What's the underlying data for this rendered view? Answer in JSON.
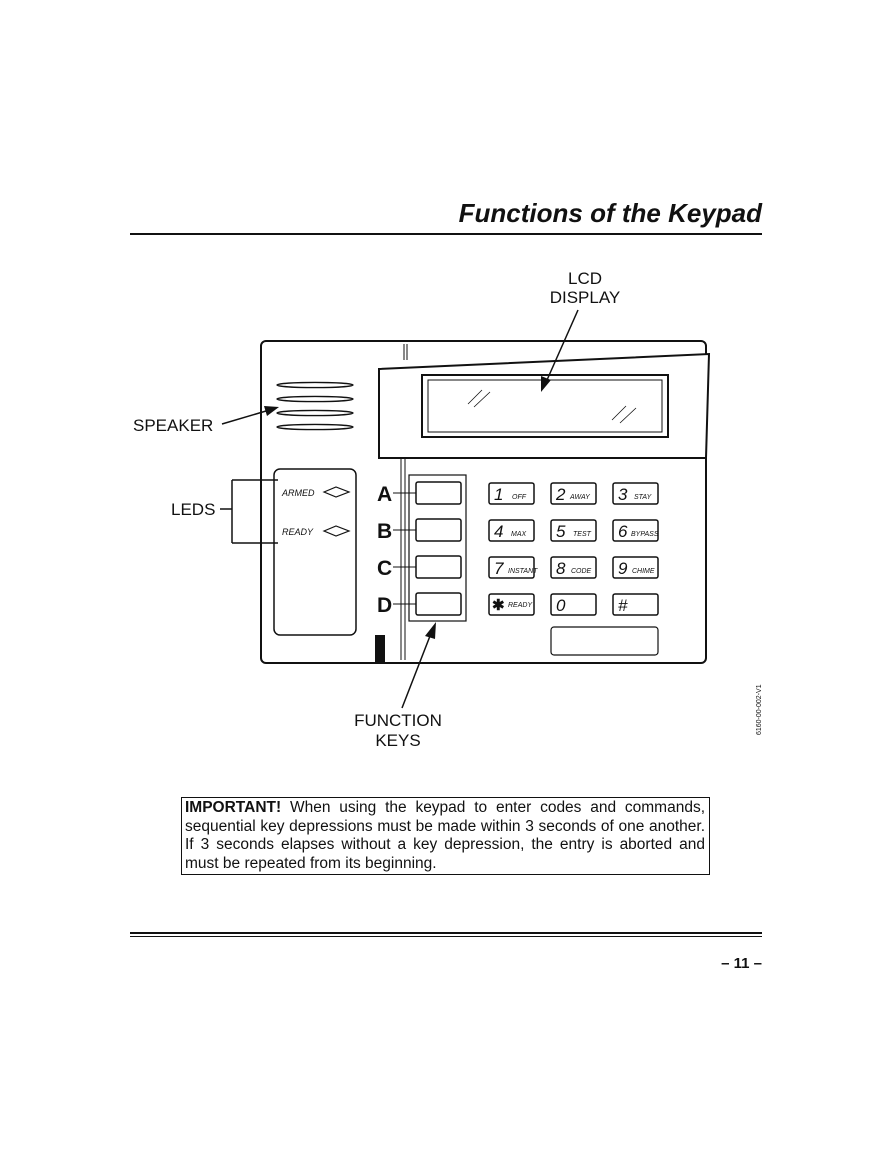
{
  "header": {
    "title": "Functions of the Keypad"
  },
  "diagram": {
    "callouts": {
      "lcd_line1": "LCD",
      "lcd_line2": "DISPLAY",
      "speaker": "SPEAKER",
      "leds": "LEDS",
      "function_line1": "FUNCTION",
      "function_line2": "KEYS"
    },
    "leds": {
      "armed": "ARMED",
      "ready": "READY"
    },
    "function_keys": [
      "A",
      "B",
      "C",
      "D"
    ],
    "keypad": [
      {
        "num": "1",
        "sub": "OFF"
      },
      {
        "num": "2",
        "sub": "AWAY"
      },
      {
        "num": "3",
        "sub": "STAY"
      },
      {
        "num": "4",
        "sub": "MAX"
      },
      {
        "num": "5",
        "sub": "TEST"
      },
      {
        "num": "6",
        "sub": "BYPASS"
      },
      {
        "num": "7",
        "sub": "INSTANT"
      },
      {
        "num": "8",
        "sub": "CODE"
      },
      {
        "num": "9",
        "sub": "CHIME"
      },
      {
        "num": "✱",
        "sub": "READY"
      },
      {
        "num": "0",
        "sub": ""
      },
      {
        "num": "#",
        "sub": ""
      }
    ],
    "figure_code": "6160-00-002-V1"
  },
  "notice": {
    "lead": "IMPORTANT!",
    "text": " When using the keypad to enter codes and commands, sequential key depressions must be made within 3 seconds of one another. If 3 seconds elapses without a key depression, the entry is aborted and must be repeated from its beginning."
  },
  "footer": {
    "page_number": "– 11 –"
  }
}
